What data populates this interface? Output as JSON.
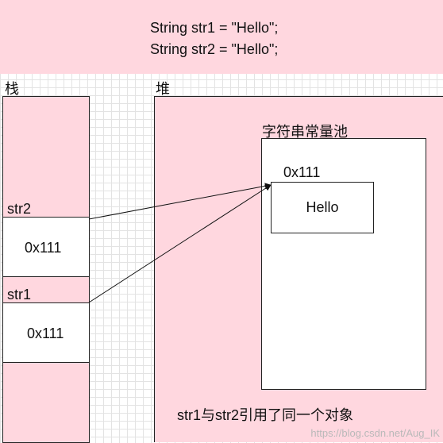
{
  "code": {
    "line1": "String str1 = \"Hello\";",
    "line2": "String str2 = \"Hello\";"
  },
  "stack": {
    "title": "栈",
    "str2_label": "str2",
    "str2_value": "0x111",
    "str1_label": "str1",
    "str1_value": "0x111"
  },
  "heap": {
    "title": "堆",
    "pool_title": "字符串常量池",
    "object_address": "0x111",
    "object_value": "Hello",
    "caption": "str1与str2引用了同一个对象"
  },
  "watermark": "https://blog.csdn.net/Aug_IK",
  "colors": {
    "background_region": "#ffd7df",
    "grid_line": "#e3e3e3",
    "outline": "#222222"
  }
}
